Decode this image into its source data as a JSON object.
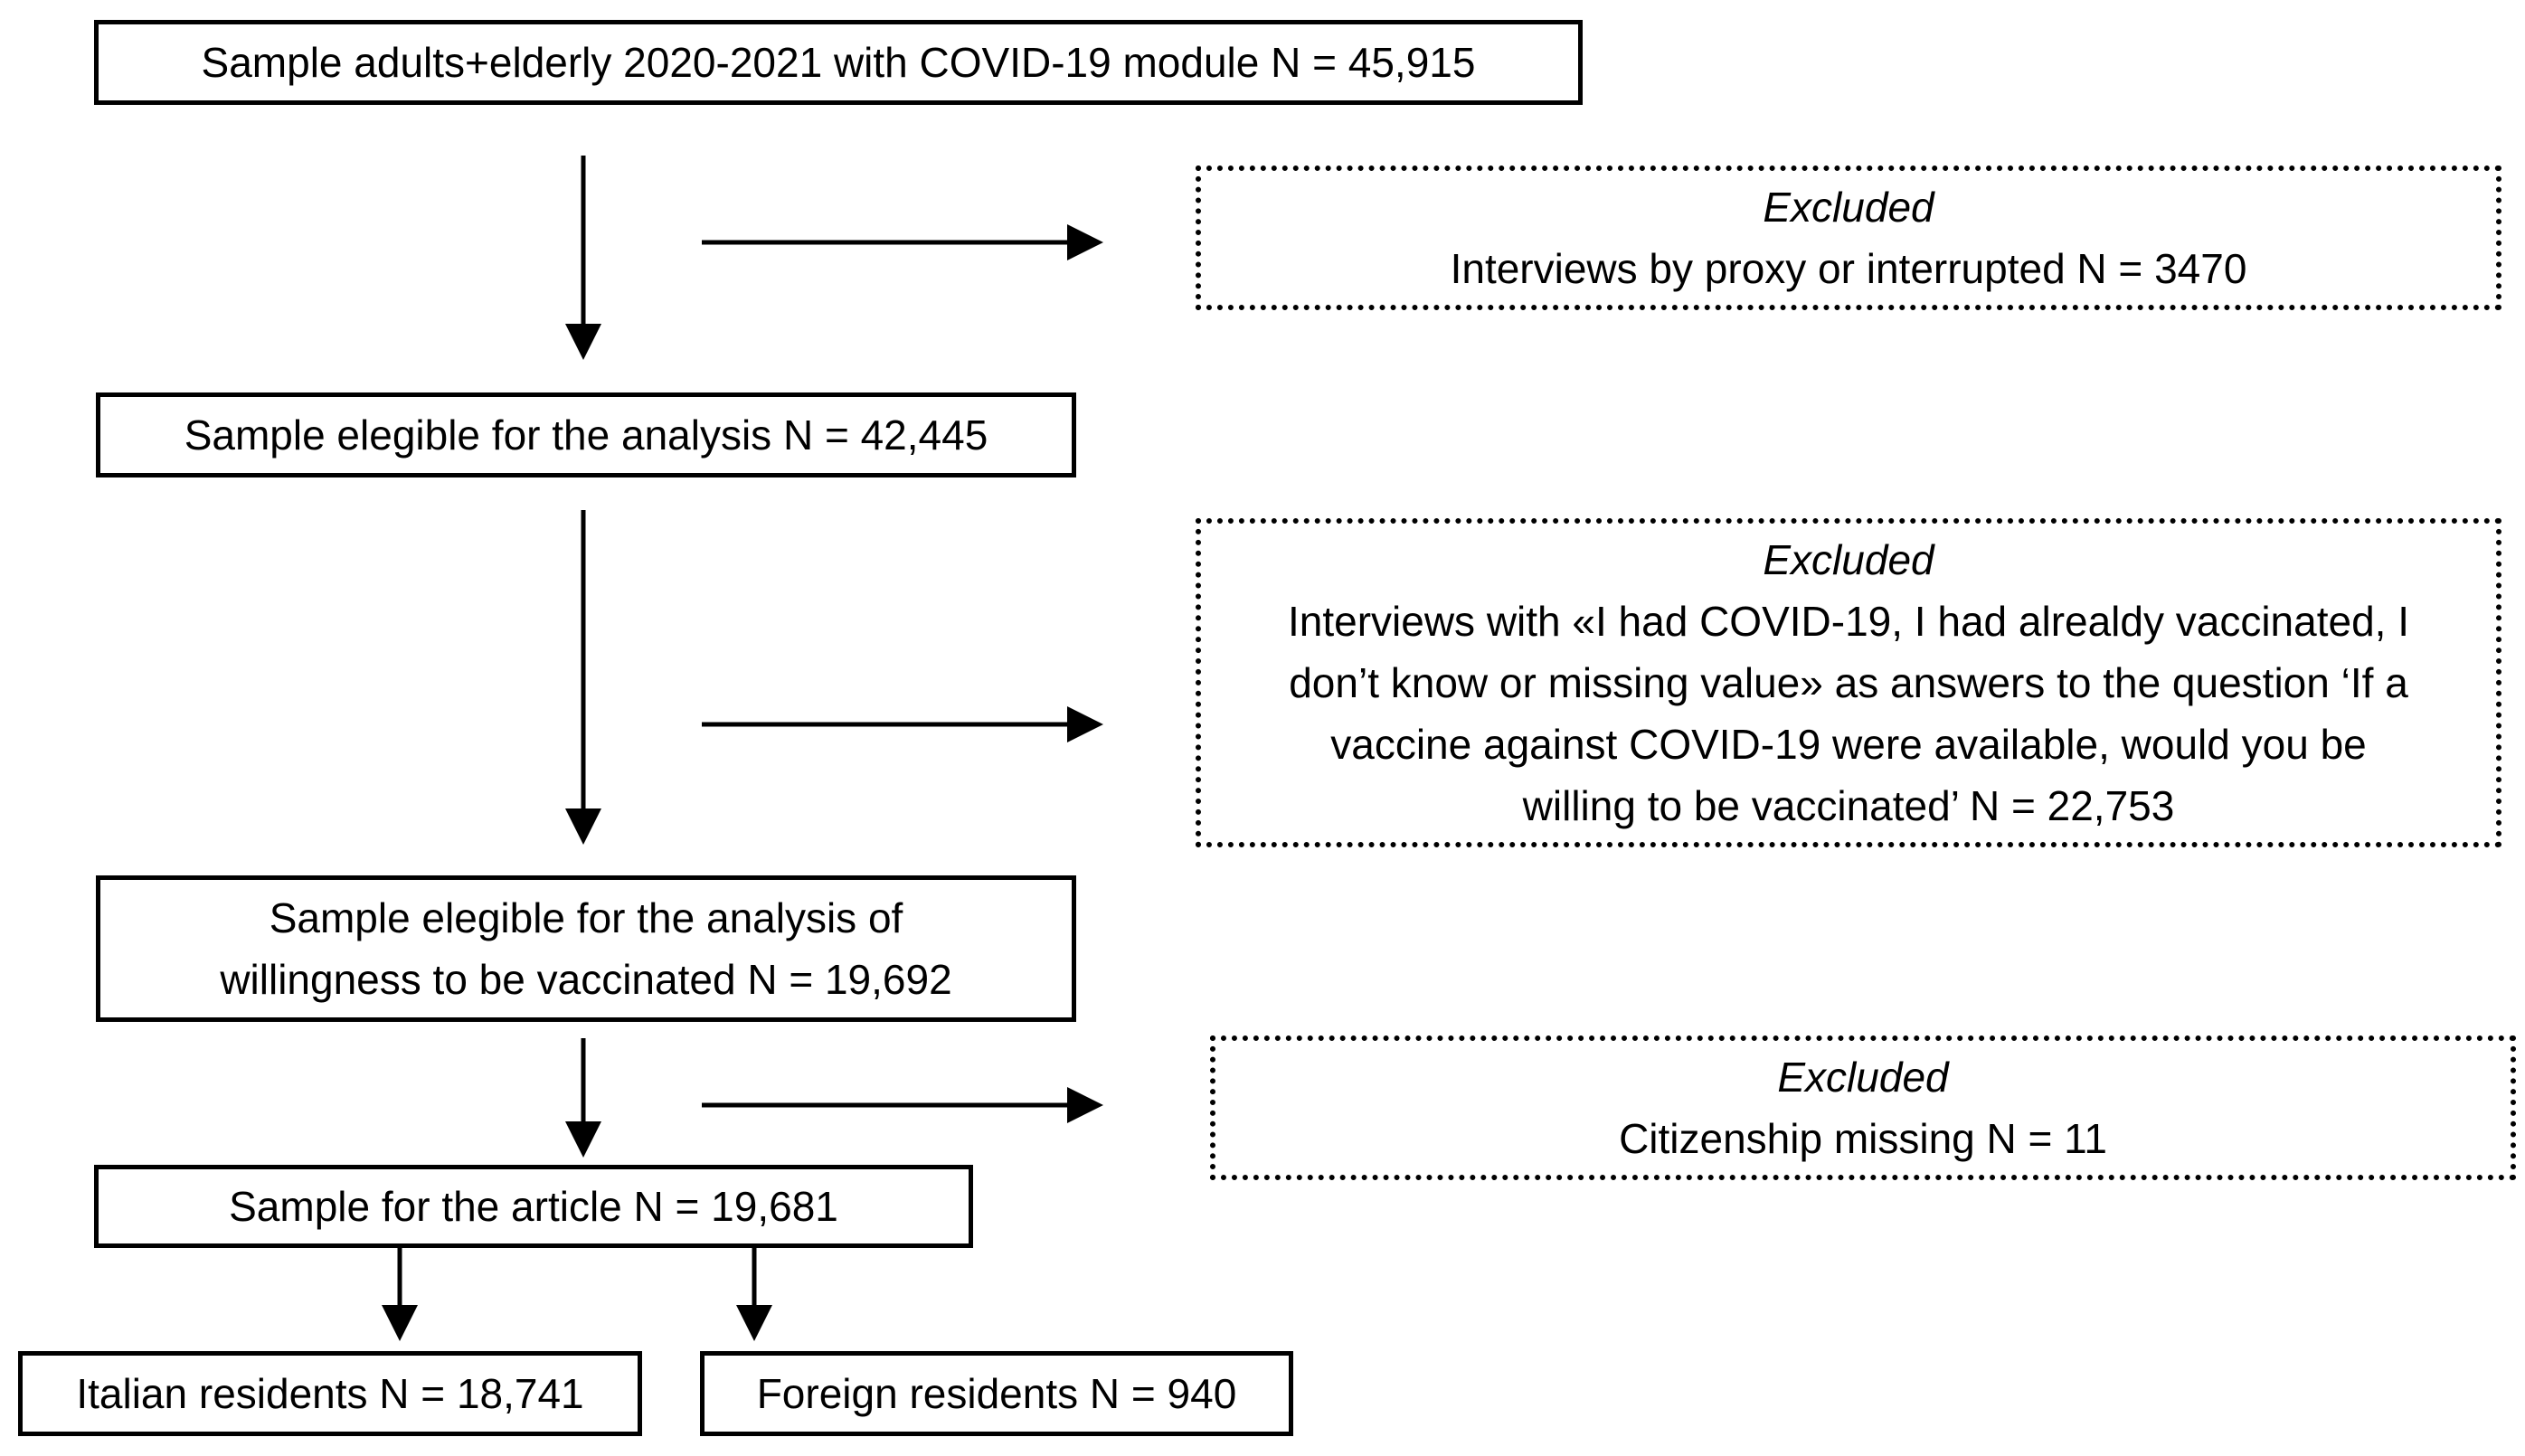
{
  "boxes": {
    "sample_total": "Sample adults+elderly 2020-2021 with COVID-19 module N = 45,915",
    "excluded_1": {
      "heading": "Excluded",
      "text": "Interviews by proxy or interrupted N = 3470"
    },
    "sample_eligible": "Sample elegible for the analysis N = 42,445",
    "excluded_2": {
      "heading": "Excluded",
      "lines": [
        "Interviews with «I had COVID-19, I had alrealdy vaccinated, I",
        "don’t know or missing value» as answers to the question ‘If a",
        "vaccine against COVID-19 were available, would you be",
        "willing to be vaccinated’ N = 22,753"
      ]
    },
    "sample_willingness": {
      "lines": [
        "Sample elegible for the analysis of",
        "willingness to be vaccinated N = 19,692"
      ]
    },
    "excluded_3": {
      "heading": "Excluded",
      "text": "Citizenship missing N = 11"
    },
    "sample_article": "Sample for the article N = 19,681",
    "italian_residents": "Italian residents N = 18,741",
    "foreign_residents": "Foreign residents N = 940"
  }
}
